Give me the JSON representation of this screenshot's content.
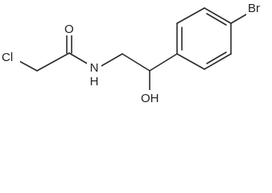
{
  "molecule": {
    "atoms": {
      "chlorine": "Cl",
      "oxygen": "O",
      "nitrogen_h": "N\nH",
      "hydroxyl": "OH",
      "bromine": "Br"
    },
    "colors": {
      "bond": "#2b2b2b",
      "label": "#222222",
      "background": "#ffffff"
    }
  }
}
